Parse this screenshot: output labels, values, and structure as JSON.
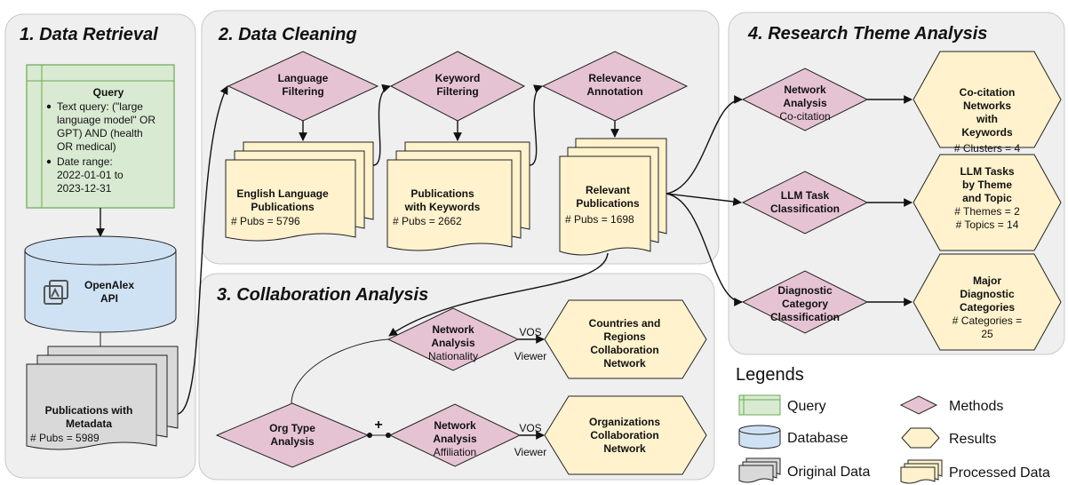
{
  "sections": {
    "retrieval": "1. Data Retrieval",
    "cleaning": "2. Data Cleaning",
    "collaboration": "3. Collaboration Analysis",
    "theme": "4. Research Theme Analysis"
  },
  "query": {
    "title": "Query",
    "bullet1": [
      "Text query: (\"large",
      "language model\" OR",
      "GPT) AND (health",
      "OR medical)"
    ],
    "bullet2": [
      "Date range:",
      "2022-01-01 to",
      "2023-12-31"
    ]
  },
  "database": {
    "line1": "OpenAlex",
    "line2": "API"
  },
  "publications_metadata": {
    "line1": "Publications with",
    "line2": "Metadata",
    "count": "# Pubs = 5989"
  },
  "cleaning": {
    "language": {
      "method": [
        "Language",
        "Filtering"
      ],
      "result": [
        "English Language",
        "Publications"
      ],
      "count": "# Pubs = 5796"
    },
    "keyword": {
      "method": [
        "Keyword",
        "Filtering"
      ],
      "result": [
        "Publications",
        "with Keywords"
      ],
      "count": "# Pubs = 2662"
    },
    "relevance": {
      "method": [
        "Relevance",
        "Annotation"
      ],
      "result": [
        "Relevant",
        "Publications"
      ],
      "count": "# Pubs = 1698"
    }
  },
  "collaboration": {
    "nationality": {
      "line1": "Network",
      "line2": "Analysis",
      "line3": "Nationality"
    },
    "affiliation": {
      "line1": "Network",
      "line2": "Analysis",
      "line3": "Affiliation"
    },
    "org_type": {
      "line1": "Org Type",
      "line2": "Analysis"
    },
    "plus": "+",
    "vos": {
      "line1": "VOS",
      "line2": "Viewer"
    },
    "countries_result": [
      "Countries and",
      "Regions",
      "Collaboration",
      "Network"
    ],
    "org_result": [
      "Organizations",
      "Collaboration",
      "Network"
    ]
  },
  "theme": {
    "cocitation_method": {
      "line1": "Network",
      "line2": "Analysis",
      "line3": "Co-citation"
    },
    "cocitation_result": {
      "lines": [
        "Co-citation",
        "Networks",
        "with",
        "Keywords"
      ],
      "count": "# Clusters = 4"
    },
    "llm_method": [
      "LLM Task",
      "Classification"
    ],
    "llm_result": {
      "lines": [
        "LLM Tasks",
        "by Theme",
        "and Topic"
      ],
      "count1": "# Themes = 2",
      "count2": "# Topics = 14"
    },
    "diag_method": [
      "Diagnostic",
      "Category",
      "Classification"
    ],
    "diag_result": {
      "lines": [
        "Major",
        "Diagnostic",
        "Categories"
      ],
      "count1": "# Categories =",
      "count2": "25"
    }
  },
  "legend": {
    "title": "Legends",
    "query": "Query",
    "database": "Database",
    "original": "Original Data",
    "methods": "Methods",
    "results": "Results",
    "processed": "Processed Data"
  },
  "colors": {
    "query_fill": "#d9ead3",
    "query_stroke": "#6aa84f",
    "database_fill": "#cfe2f3",
    "method_fill": "#e6c3d3",
    "result_fill": "#fff2cc",
    "original_fill": "#d9d9d9",
    "panel_fill": "#efefef"
  }
}
